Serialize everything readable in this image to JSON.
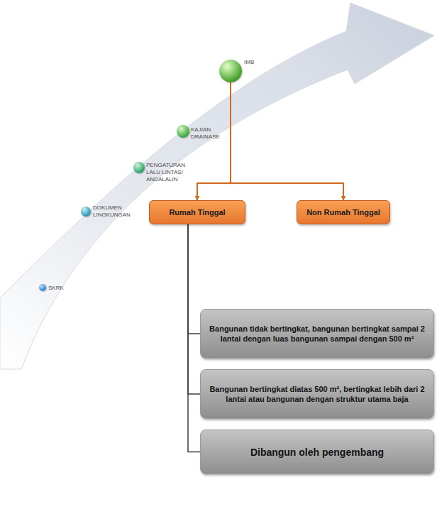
{
  "diagram": {
    "nodes": [
      {
        "text": [
          "SKRK"
        ]
      },
      {
        "text": [
          "DOKUMEN LINGKUNGAN"
        ]
      },
      {
        "text": [
          "PENGATURAN LALU LINTAS/ ANDALALIN"
        ]
      },
      {
        "text": [
          "KAJIAN DRAINASE"
        ]
      },
      {
        "text": [
          "IMB"
        ]
      },
      {
        "text": [
          "Rumah Tinggal"
        ]
      },
      {
        "text": [
          "Non Rumah Tinggal"
        ]
      },
      {
        "text": [
          "Bangunan tidak bertingkat, bangunan bertingkat sampai 2 lantai dengan luas bangunan sampai dengan 500 m²"
        ]
      },
      {
        "text": [
          "Bangunan bertingkat diatas 500 m², bertingkat lebih dari 2 lantai atau bangunan dengan struktur utama baja"
        ]
      },
      {
        "text": [
          "Dibangun oleh pengembang"
        ]
      }
    ],
    "edges": [
      {
        "from": 4,
        "to": 5,
        "arrow": "to"
      },
      {
        "from": 4,
        "to": 6,
        "arrow": "to"
      },
      {
        "from": 5,
        "to": 7,
        "arrow": "none"
      },
      {
        "from": 5,
        "to": 8,
        "arrow": "none"
      },
      {
        "from": 5,
        "to": 9,
        "arrow": "none"
      }
    ]
  }
}
